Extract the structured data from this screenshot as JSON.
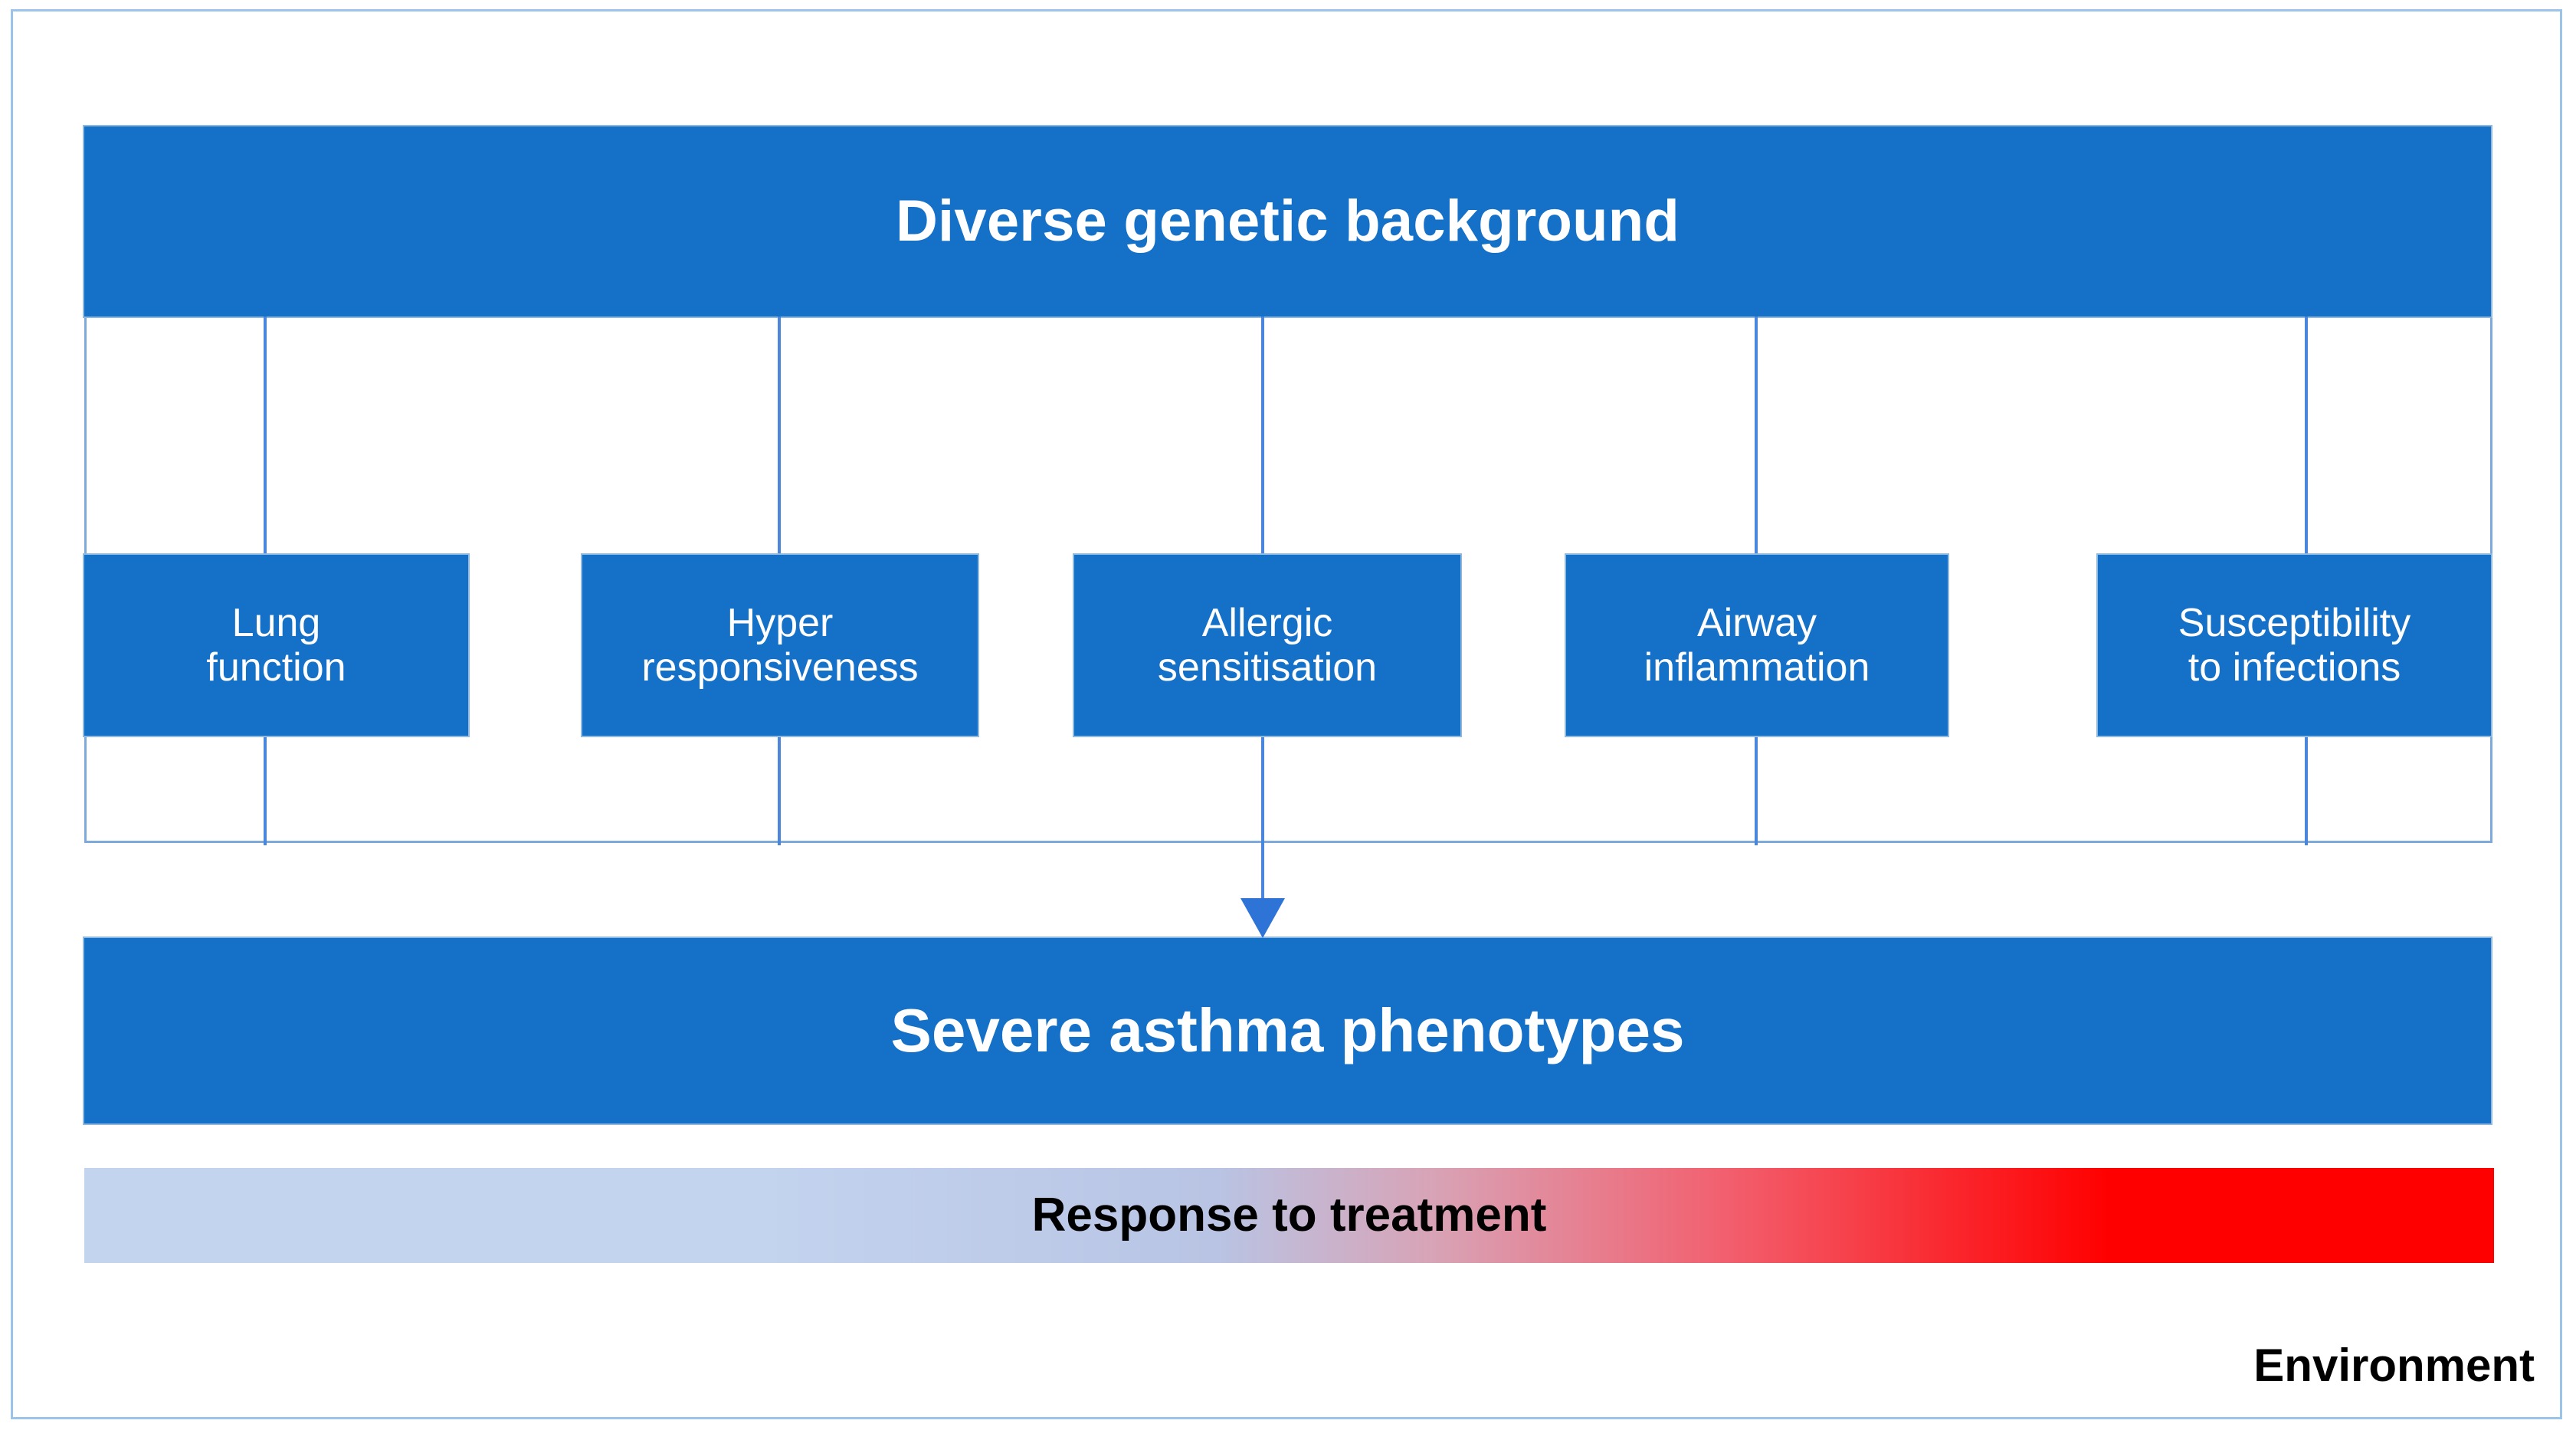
{
  "diagram": {
    "title_banner": {
      "label": "Diverse genetic background"
    },
    "traits": [
      {
        "line1": "Lung",
        "line2": "function"
      },
      {
        "line1": "Hyper",
        "line2": "responsiveness"
      },
      {
        "line1": "Allergic",
        "line2": "sensitisation"
      },
      {
        "line1": "Airway",
        "line2": "inflammation"
      },
      {
        "line1": "Susceptibility",
        "line2": "to infections"
      }
    ],
    "outcome_banner": {
      "label": "Severe asthma phenotypes"
    },
    "gradient_bar": {
      "label": "Response to treatment",
      "start_color": "#C3D4EF",
      "end_color": "#FF0000"
    },
    "caption": {
      "label": "Environment"
    },
    "colors": {
      "box_blue": "#1570C8",
      "box_border": "#8FB9DE",
      "connector_blue": "#4A86DC",
      "page_border": "#9CC4E8",
      "text_on_blue": "#FFFFFF",
      "text_black": "#000000"
    }
  }
}
